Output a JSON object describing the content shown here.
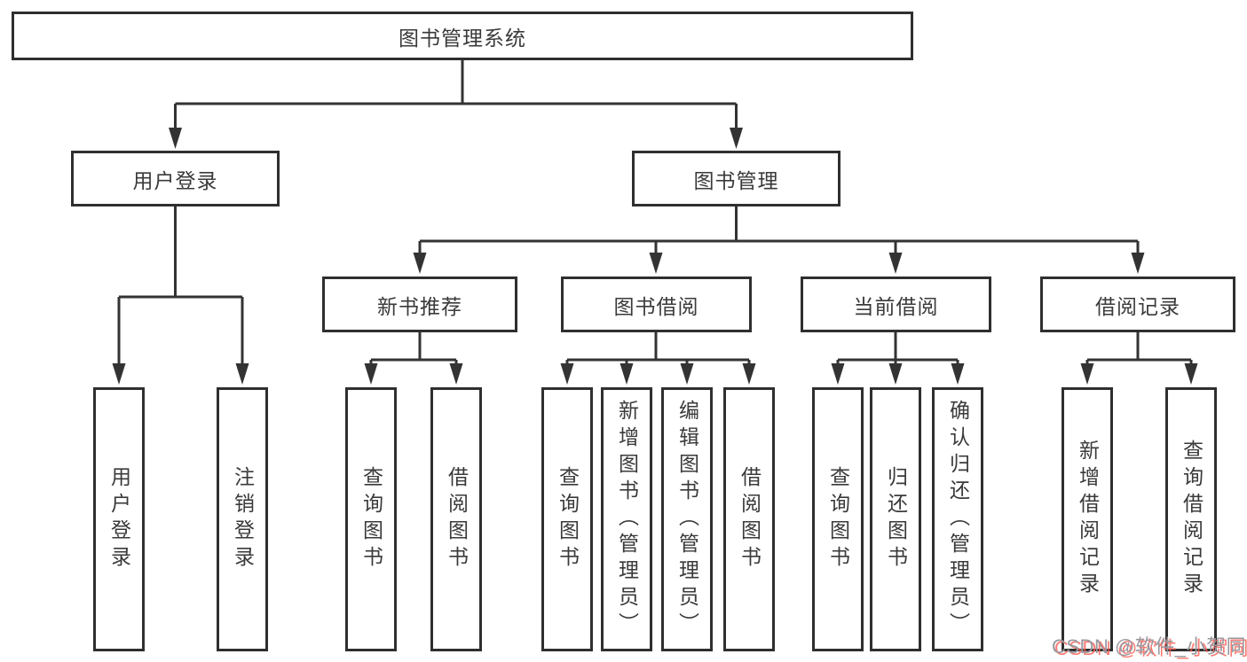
{
  "diagram_title": "图书管理系统",
  "nodes": {
    "root": {
      "label": "图书管理系统"
    },
    "user_login": {
      "label": "用户登录"
    },
    "book_mgmt": {
      "label": "图书管理"
    },
    "new_book": {
      "label": "新书推荐"
    },
    "book_borrow": {
      "label": "图书借阅"
    },
    "current_borrow": {
      "label": "当前借阅"
    },
    "borrow_record": {
      "label": "借阅记录"
    },
    "leaf_user_login": {
      "label": "用户登录"
    },
    "leaf_logout": {
      "label": "注销登录"
    },
    "leaf_nb_query": {
      "label": "查询图书"
    },
    "leaf_nb_borrow": {
      "label": "借阅图书"
    },
    "leaf_bb_query": {
      "label": "查询图书"
    },
    "leaf_bb_add": {
      "label": "新增图书（管理员）"
    },
    "leaf_bb_edit": {
      "label": "编辑图书（管理员）"
    },
    "leaf_bb_borrow": {
      "label": "借阅图书"
    },
    "leaf_cb_query": {
      "label": "查询图书"
    },
    "leaf_cb_return": {
      "label": "归还图书"
    },
    "leaf_cb_confirm": {
      "label": "确认归还（管理员）"
    },
    "leaf_br_add": {
      "label": "新增借阅记录"
    },
    "leaf_br_query": {
      "label": "查询借阅记录"
    }
  },
  "hierarchy": [
    {
      "parent": "图书管理系统",
      "children": [
        "用户登录",
        "图书管理"
      ]
    },
    {
      "parent": "用户登录",
      "children": [
        "用户登录",
        "注销登录"
      ]
    },
    {
      "parent": "图书管理",
      "children": [
        "新书推荐",
        "图书借阅",
        "当前借阅",
        "借阅记录"
      ]
    },
    {
      "parent": "新书推荐",
      "children": [
        "查询图书",
        "借阅图书"
      ]
    },
    {
      "parent": "图书借阅",
      "children": [
        "查询图书",
        "新增图书（管理员）",
        "编辑图书（管理员）",
        "借阅图书"
      ]
    },
    {
      "parent": "当前借阅",
      "children": [
        "查询图书",
        "归还图书",
        "确认归还（管理员）"
      ]
    },
    {
      "parent": "借阅记录",
      "children": [
        "新增借阅记录",
        "查询借阅记录"
      ]
    }
  ],
  "watermark": {
    "text": "CSDN @软件_小贺同学"
  },
  "colors": {
    "line": "#333333",
    "border": "#2f2f2f",
    "text": "#3a3a3a",
    "wm_gray": "#98989f",
    "wm_red": "#fa5a50",
    "bg": "#ffffff"
  }
}
